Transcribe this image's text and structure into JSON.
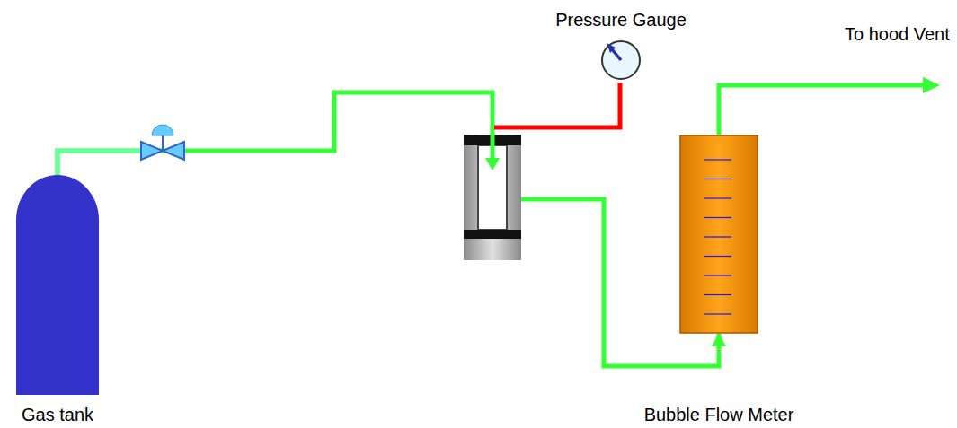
{
  "diagram": {
    "nodes": [
      {
        "text": [
          "Gas tank"
        ]
      },
      {
        "text": [
          "Pressure Gauge"
        ]
      },
      {
        "text": [
          "Bubble Flow Meter"
        ]
      }
    ],
    "edges": [
      {
        "from": 0,
        "to": 2,
        "arrow": "to"
      }
    ],
    "labels": [
      "To hood Vent"
    ]
  }
}
